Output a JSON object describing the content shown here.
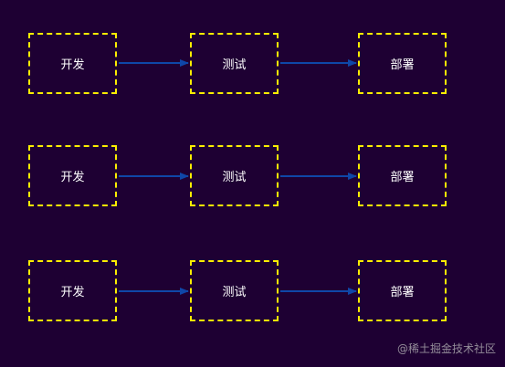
{
  "colors": {
    "background": "#1e0033",
    "box_border": "#ffee00",
    "arrow": "#0f47a8",
    "text": "#ffffff"
  },
  "rows": [
    {
      "stages": [
        "开发",
        "测试",
        "部署"
      ]
    },
    {
      "stages": [
        "开发",
        "测试",
        "部署"
      ]
    },
    {
      "stages": [
        "开发",
        "测试",
        "部署"
      ]
    }
  ],
  "watermark": "@稀土掘金技术社区"
}
